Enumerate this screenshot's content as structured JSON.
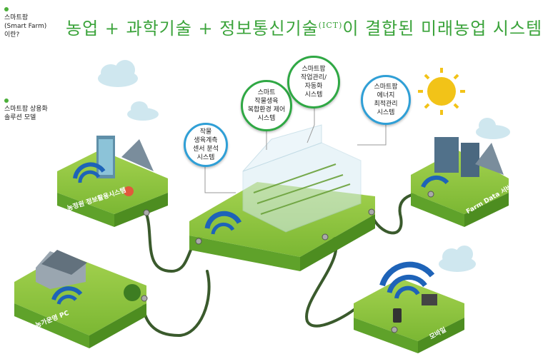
{
  "sidebar": {
    "about": {
      "lines": [
        "스마트팜",
        "(Smart Farm)",
        "이란?"
      ]
    },
    "model": {
      "lines": [
        "스마트팜 상용화",
        "솔루션 모델"
      ]
    }
  },
  "title": {
    "main": "농업 + 과학기술 + 정보통신기술",
    "sup": "(ICT)",
    "tail": "이 결합된 미래농업 시스템"
  },
  "bubbles": {
    "sensor": "작물\n생육계측\n센서 분석\n시스템",
    "env": "스마트\n작물생육\n복합환경 제어\n시스템",
    "mgmt": "스마트팜\n작업관리/\n자동화\n시스템",
    "energy": "스마트팜\n에너지\n최적관리\n시스템"
  },
  "nodes": {
    "rda": "농정원 정보활용시스템",
    "farm_pc": "농가운영 PC",
    "server": "Farm Data 서버",
    "mobile": "모바일"
  },
  "colors": {
    "grass": "#8cc63f",
    "grass_dark": "#5fa22a",
    "wifi": "#1e63b8",
    "bubble_blue": "#2f9fd6",
    "bubble_green": "#2fa844"
  }
}
